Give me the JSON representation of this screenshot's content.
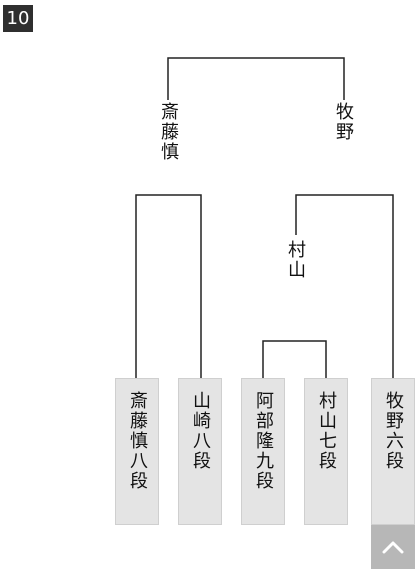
{
  "round_number": "10",
  "bracket": {
    "semifinal_left": "斎藤慎",
    "semifinal_right": "牧野",
    "quarterfinal": "村山",
    "players": [
      "斎藤慎八段",
      "山崎八段",
      "阿部隆九段",
      "村山七段",
      "牧野六段"
    ]
  },
  "colors": {
    "badge_bg": "#2f2f2f",
    "player_box_bg": "#e4e4e4",
    "line": "#222222",
    "top_button_bg": "#b7b7b7"
  },
  "icons": {
    "scroll_top": "chevron-up-icon"
  }
}
